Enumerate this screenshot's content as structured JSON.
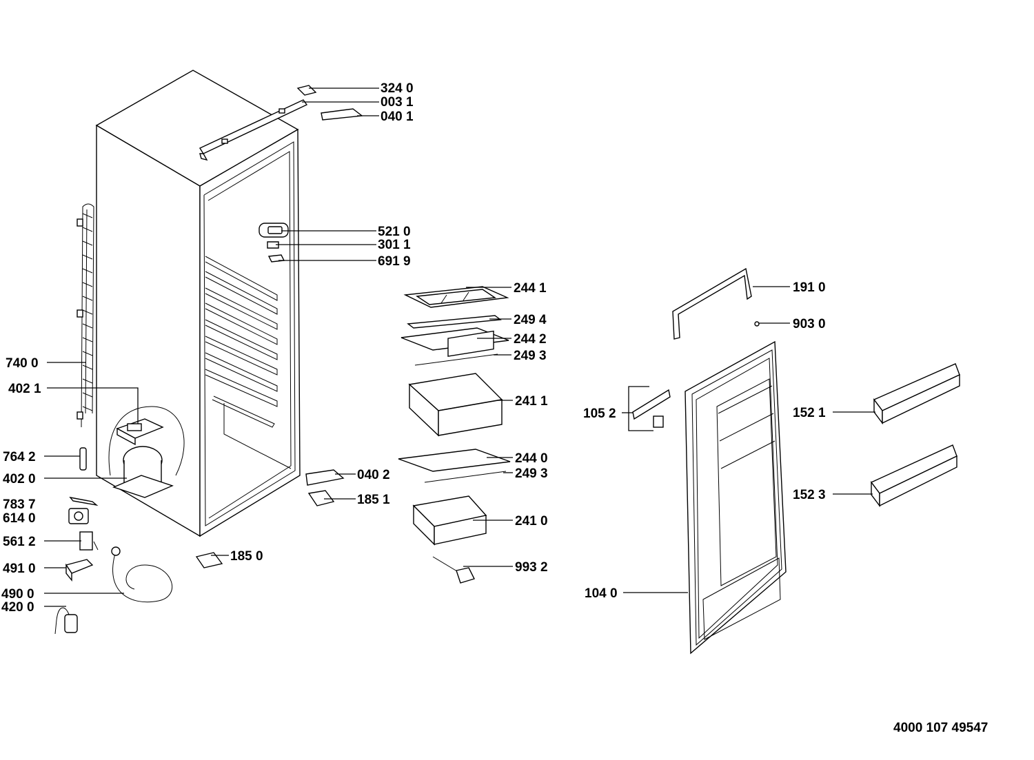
{
  "document_number": "4000 107 49547",
  "parts": [
    {
      "id": "p3240",
      "code": "324 0"
    },
    {
      "id": "p0031",
      "code": "003 1"
    },
    {
      "id": "p0401",
      "code": "040 1"
    },
    {
      "id": "p5210",
      "code": "521 0"
    },
    {
      "id": "p3011",
      "code": "301 1"
    },
    {
      "id": "p6919",
      "code": "691 9"
    },
    {
      "id": "p2441",
      "code": "244 1"
    },
    {
      "id": "p2494",
      "code": "249 4"
    },
    {
      "id": "p2442",
      "code": "244 2"
    },
    {
      "id": "p2493a",
      "code": "249 3"
    },
    {
      "id": "p2411",
      "code": "241 1"
    },
    {
      "id": "p2440",
      "code": "244 0"
    },
    {
      "id": "p2493b",
      "code": "249 3"
    },
    {
      "id": "p2410",
      "code": "241 0"
    },
    {
      "id": "p9932",
      "code": "993 2"
    },
    {
      "id": "p0402",
      "code": "040 2"
    },
    {
      "id": "p1851",
      "code": "185 1"
    },
    {
      "id": "p1850",
      "code": "185 0"
    },
    {
      "id": "p7400",
      "code": "740 0"
    },
    {
      "id": "p4021",
      "code": "402 1"
    },
    {
      "id": "p7642",
      "code": "764 2"
    },
    {
      "id": "p4020",
      "code": "402 0"
    },
    {
      "id": "p7837",
      "code": "783 7"
    },
    {
      "id": "p6140",
      "code": "614 0"
    },
    {
      "id": "p5612",
      "code": "561 2"
    },
    {
      "id": "p4910",
      "code": "491 0"
    },
    {
      "id": "p4900",
      "code": "490 0"
    },
    {
      "id": "p4200",
      "code": "420 0"
    },
    {
      "id": "p1910",
      "code": "191 0"
    },
    {
      "id": "p9030",
      "code": "903 0"
    },
    {
      "id": "p1052",
      "code": "105 2"
    },
    {
      "id": "p1521",
      "code": "152 1"
    },
    {
      "id": "p1523",
      "code": "152 3"
    },
    {
      "id": "p1040",
      "code": "104 0"
    }
  ]
}
